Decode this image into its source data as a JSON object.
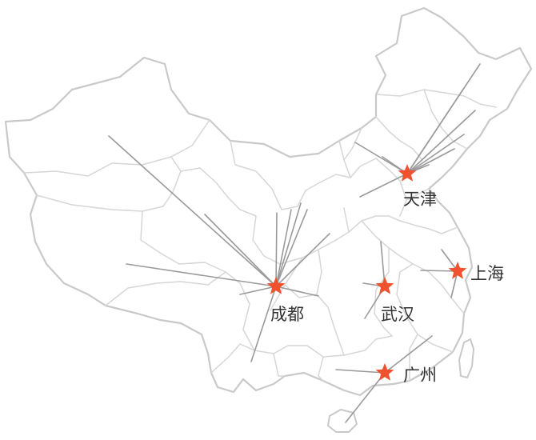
{
  "colors": {
    "star": "#f0512e",
    "route": "#9a9a9a",
    "label": "#333333",
    "outline": "#c9c9c9"
  },
  "icons": {
    "city_marker": "star-icon"
  },
  "cities": [
    {
      "id": "tianjin",
      "label": "天津"
    },
    {
      "id": "shanghai",
      "label": "上海"
    },
    {
      "id": "chengdu",
      "label": "成都"
    },
    {
      "id": "wuhan",
      "label": "武汉"
    },
    {
      "id": "guangzhou",
      "label": "广州"
    }
  ]
}
